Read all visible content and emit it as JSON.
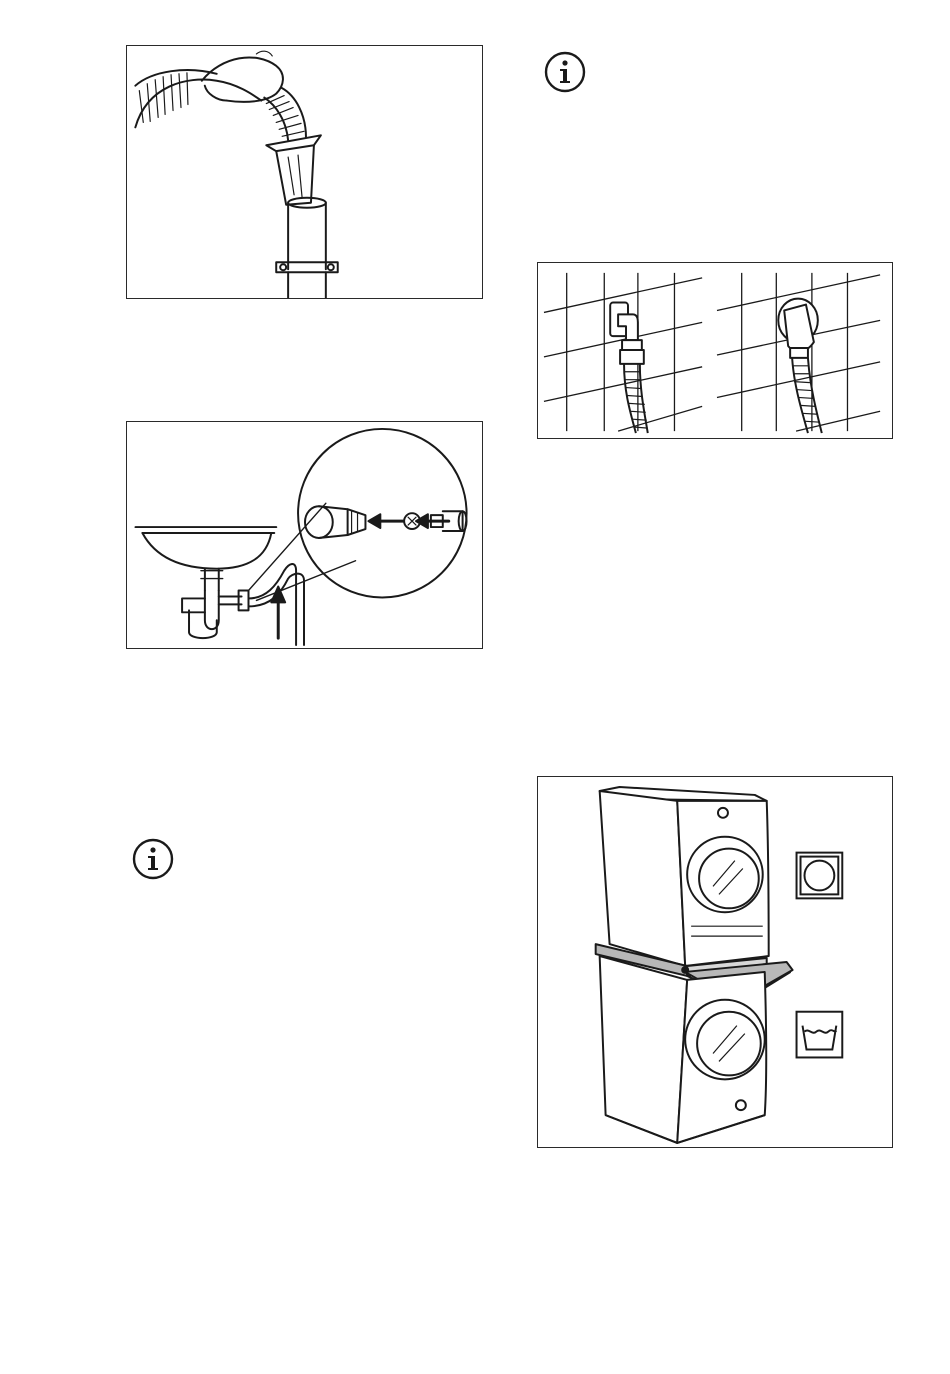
{
  "page": {
    "background": "#ffffff",
    "line_color": "#1a1a1a"
  },
  "figures": [
    {
      "name": "drain-hose-standpipe"
    },
    {
      "name": "drain-hose-sink-trap"
    },
    {
      "name": "water-tap-connections"
    },
    {
      "name": "stacking-kit"
    }
  ],
  "icons": [
    {
      "name": "info-icon",
      "glyph": "i"
    },
    {
      "name": "dryer-symbol-icon"
    },
    {
      "name": "washing-symbol-icon"
    }
  ]
}
